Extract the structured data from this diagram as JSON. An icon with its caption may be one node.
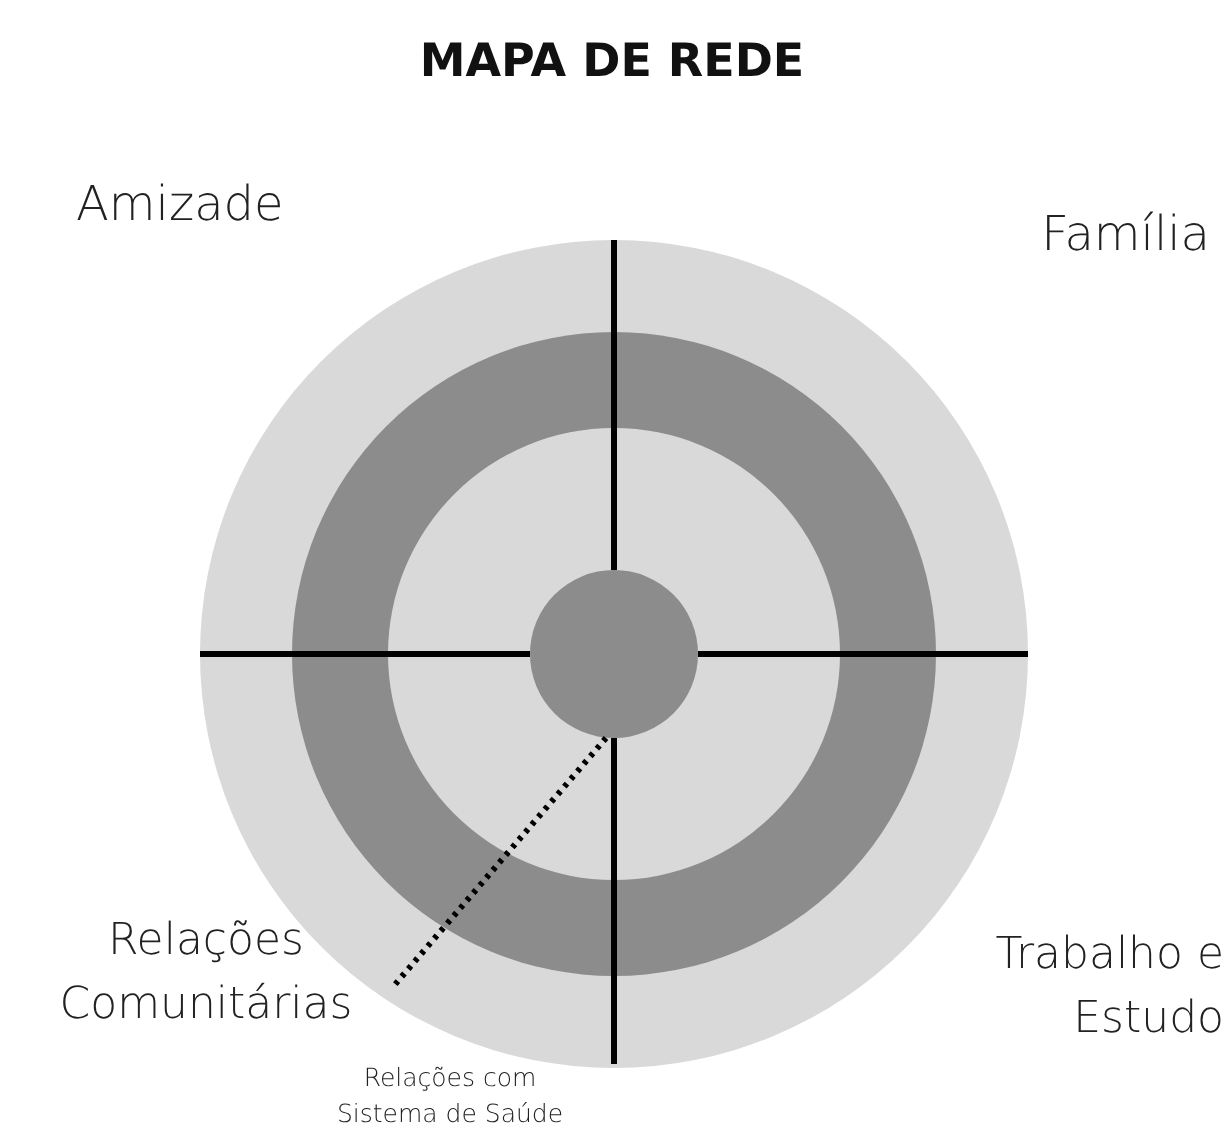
{
  "diagram": {
    "title": "MAPA DE REDE",
    "labels": [
      "Amizade",
      "Família",
      "Relações Comunitárias",
      "Trabalho e Estudo",
      "Relações com Sistema de Saúde"
    ]
  }
}
